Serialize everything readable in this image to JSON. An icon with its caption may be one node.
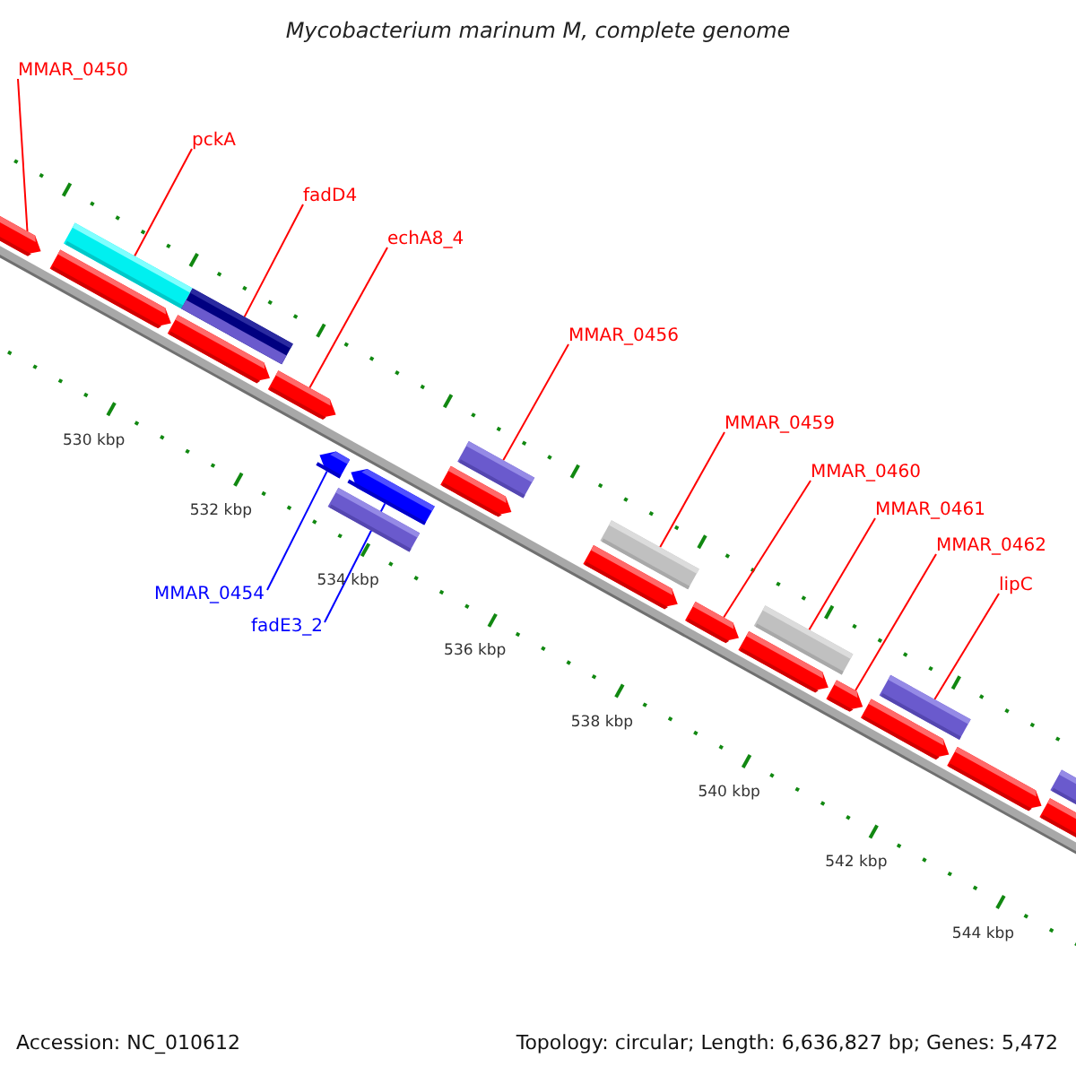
{
  "diagram": {
    "title": "Mycobacterium marinum M, complete genome",
    "nodes": [
      {
        "text": [
          "MMAR_0450"
        ]
      },
      {
        "text": [
          "pckA"
        ]
      },
      {
        "text": [
          "fadD4"
        ]
      },
      {
        "text": [
          "echA8_4"
        ]
      },
      {
        "text": [
          "MMAR_0456"
        ]
      },
      {
        "text": [
          "MMAR_0459"
        ]
      },
      {
        "text": [
          "MMAR_0460"
        ]
      },
      {
        "text": [
          "MMAR_0461"
        ]
      },
      {
        "text": [
          "MMAR_0462"
        ]
      },
      {
        "text": [
          "lipC"
        ]
      },
      {
        "text": [
          "MMAR_0454"
        ]
      },
      {
        "text": [
          "fadE3_2"
        ]
      },
      {
        "text": [],
        "shape": "arrow"
      },
      {
        "text": [],
        "shape": "bar"
      },
      {
        "text": [],
        "shape": "arrow"
      },
      {
        "text": [],
        "shape": "bar"
      },
      {
        "text": [],
        "shape": "arrow"
      },
      {
        "text": [],
        "shape": "arrow"
      },
      {
        "text": [],
        "shape": "arrow"
      },
      {
        "text": [],
        "shape": "bar"
      },
      {
        "text": [],
        "shape": "arrow"
      },
      {
        "text": [],
        "shape": "arrow"
      },
      {
        "text": [],
        "shape": "bar"
      },
      {
        "text": [],
        "shape": "arrow"
      },
      {
        "text": [],
        "shape": "bar"
      },
      {
        "text": [],
        "shape": "arrow"
      },
      {
        "text": [],
        "shape": "arrow"
      },
      {
        "text": [],
        "shape": "bar"
      },
      {
        "text": [],
        "shape": "arrow"
      },
      {
        "text": [],
        "shape": "arrow"
      },
      {
        "text": [],
        "shape": "bar"
      },
      {
        "text": [],
        "shape": "arrow"
      },
      {
        "text": [],
        "shape": "arrow"
      },
      {
        "text": [],
        "shape": "bar"
      }
    ],
    "edges": [
      {
        "from": 0,
        "to": 12,
        "arrow": "none"
      },
      {
        "from": 1,
        "to": 13,
        "arrow": "none"
      },
      {
        "from": 2,
        "to": 15,
        "arrow": "none"
      },
      {
        "from": 3,
        "to": 17,
        "arrow": "none"
      },
      {
        "from": 4,
        "to": 22,
        "arrow": "none"
      },
      {
        "from": 5,
        "to": 24,
        "arrow": "none"
      },
      {
        "from": 6,
        "to": 25,
        "arrow": "none"
      },
      {
        "from": 7,
        "to": 27,
        "arrow": "none"
      },
      {
        "from": 8,
        "to": 28,
        "arrow": "none"
      },
      {
        "from": 9,
        "to": 30,
        "arrow": "none"
      },
      {
        "from": 10,
        "to": 18,
        "arrow": "none",
        "color": "#0000ff"
      },
      {
        "from": 11,
        "to": 20,
        "arrow": "none",
        "color": "#0000ff"
      }
    ],
    "labels": [
      "530 kbp",
      "532 kbp",
      "534 kbp",
      "536 kbp",
      "538 kbp",
      "540 kbp",
      "542 kbp",
      "544 kbp",
      "Accession: NC_010612",
      "Topology: circular; Length: 6,636,827 bp; Genes: 5,472"
    ]
  }
}
